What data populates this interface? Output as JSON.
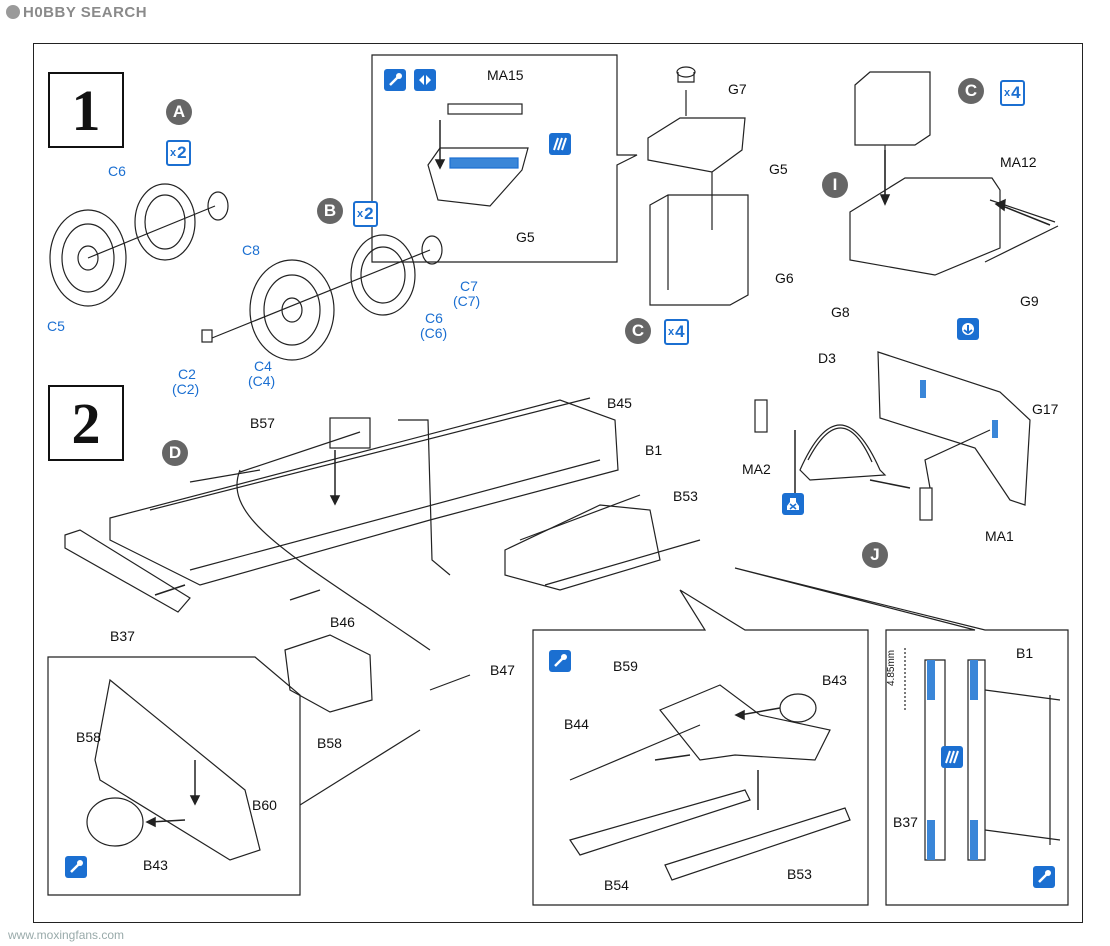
{
  "watermark_top": "H0BBY SEARCH",
  "watermark_bottom": "www.moxingfans.com",
  "steps": [
    "1",
    "2"
  ],
  "markers": {
    "A": "A",
    "B": "B",
    "C1": "C",
    "C2": "C",
    "D": "D",
    "I": "I",
    "J": "J"
  },
  "quantities": {
    "a": {
      "prefix": "x",
      "value": "2"
    },
    "b": {
      "prefix": "x",
      "value": "2"
    },
    "c1": {
      "prefix": "x",
      "value": "4"
    },
    "c2": {
      "prefix": "x",
      "value": "4"
    }
  },
  "labels": {
    "C6": "C6",
    "C8": "C8",
    "C5": "C5",
    "C7": "C7",
    "C7p": "(C7)",
    "C6b": "C6",
    "C6p": "(C6)",
    "C4": "C4",
    "C4p": "(C4)",
    "C2": "C2",
    "C2p": "(C2)",
    "MA15": "MA15",
    "G5a": "G5",
    "G7": "G7",
    "G5b": "G5",
    "G6": "G6",
    "MA12": "MA12",
    "G8": "G8",
    "G9": "G9",
    "B45": "B45",
    "B57": "B57",
    "B1": "B1",
    "B53": "B53",
    "B37": "B37",
    "D3": "D3",
    "G17": "G17",
    "MA2": "MA2",
    "MA1": "MA1",
    "B46": "B46",
    "B47": "B47",
    "B58a": "B58",
    "B58b": "B58",
    "B60": "B60",
    "B43a": "B43",
    "B59": "B59",
    "B43b": "B43",
    "B44": "B44",
    "B54": "B54",
    "B53b": "B53",
    "B1b": "B1",
    "B37b": "B37",
    "dim": "4.85mm"
  },
  "icon_names": [
    "glue-icon",
    "flip-icon",
    "paint-icon",
    "drill-icon",
    "remove-icon"
  ],
  "colors": {
    "accent": "#1b6fd1",
    "line": "#111111",
    "marker": "#666666"
  }
}
